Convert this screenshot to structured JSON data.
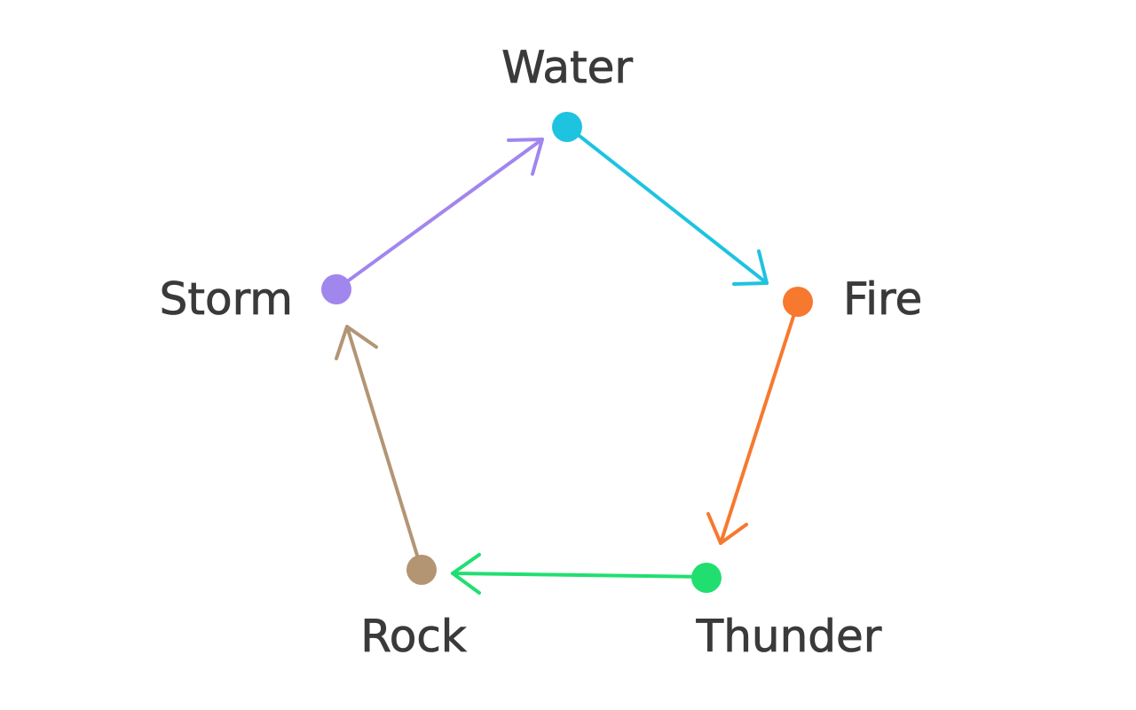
{
  "nodes": [
    {
      "id": "water",
      "label": "Water",
      "color": "#1ec3e0"
    },
    {
      "id": "fire",
      "label": "Fire",
      "color": "#f6792f"
    },
    {
      "id": "thunder",
      "label": "Thunder",
      "color": "#20df70"
    },
    {
      "id": "rock",
      "label": "Rock",
      "color": "#b39574"
    },
    {
      "id": "storm",
      "label": "Storm",
      "color": "#a186ee"
    }
  ],
  "edges": [
    {
      "from": "water",
      "to": "fire",
      "color": "#1ec3e0"
    },
    {
      "from": "fire",
      "to": "thunder",
      "color": "#f6792f"
    },
    {
      "from": "thunder",
      "to": "rock",
      "color": "#20df70"
    },
    {
      "from": "rock",
      "to": "storm",
      "color": "#b39574"
    },
    {
      "from": "storm",
      "to": "water",
      "color": "#a186ee"
    }
  ]
}
